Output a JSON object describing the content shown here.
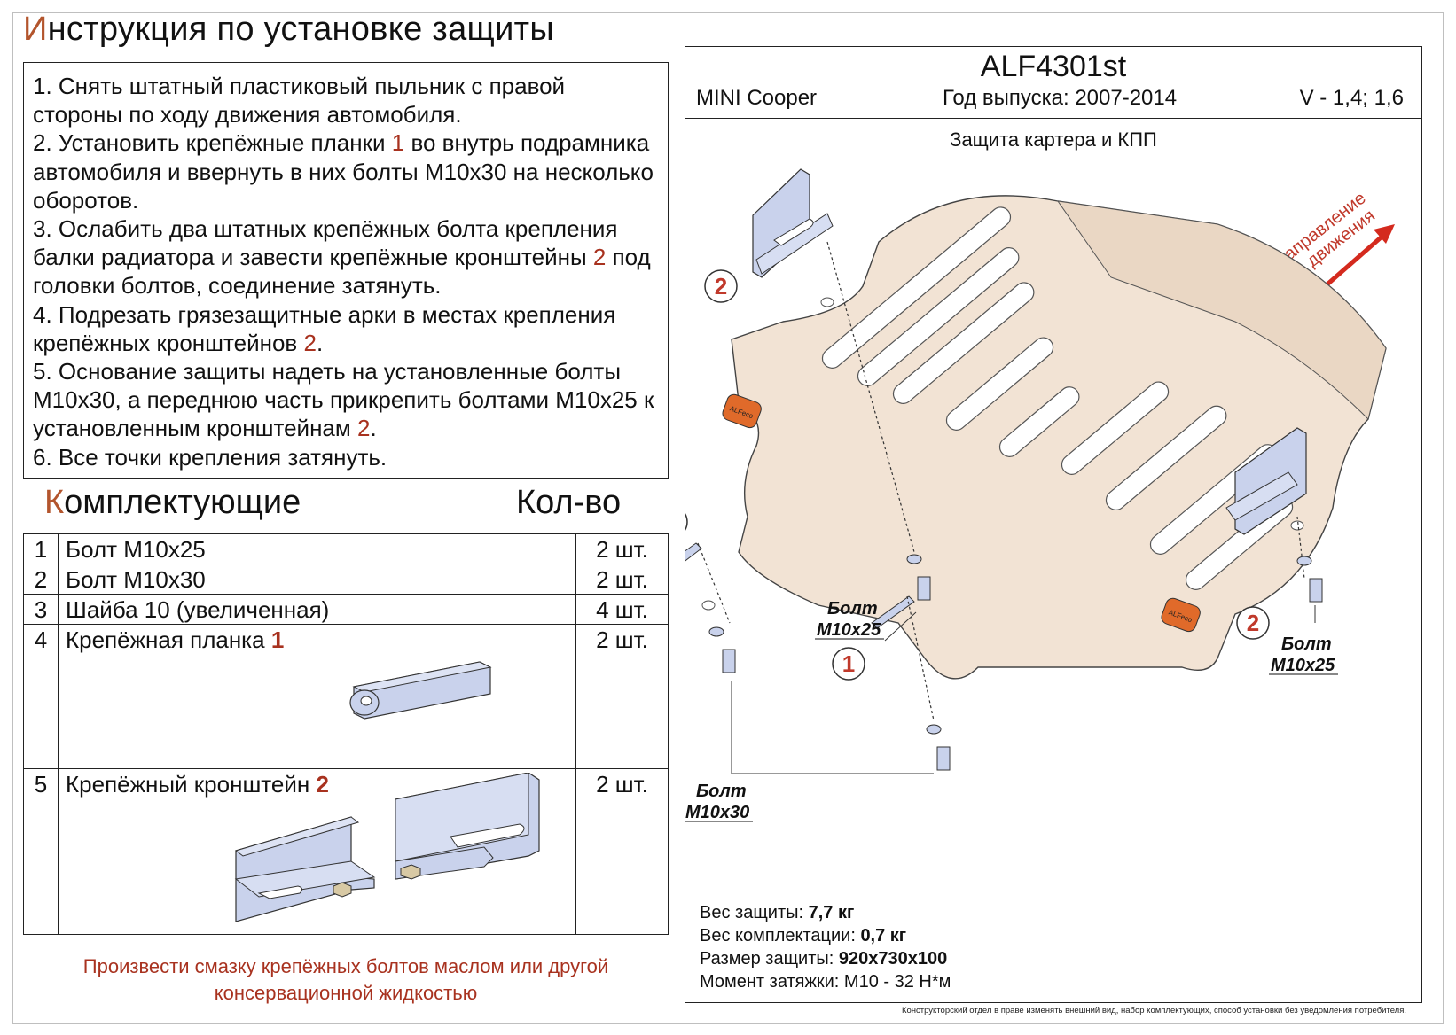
{
  "page": {
    "title_first_letter": "И",
    "title_rest": "нструкция по установке защиты"
  },
  "instructions": [
    {
      "parts": [
        {
          "t": "1. Снять штатный пластиковый пыльник с правой стороны по ходу движения автомобиля."
        }
      ]
    },
    {
      "parts": [
        {
          "t": "2. Установить крепёжные планки "
        },
        {
          "t": "1",
          "red": true
        },
        {
          "t": " во внутрь подрамника автомобиля и ввернуть в них болты М10х30 на несколько оборотов."
        }
      ]
    },
    {
      "parts": [
        {
          "t": "3. Ослабить два штатных крепёжных болта крепления балки радиатора и завести крепёжные кронштейны "
        },
        {
          "t": "2",
          "red": true
        },
        {
          "t": " под головки болтов, соединение затянуть."
        }
      ]
    },
    {
      "parts": [
        {
          "t": "4. Подрезать грязезащитные арки в местах крепления крепёжных кронштейнов "
        },
        {
          "t": "2",
          "red": true
        },
        {
          "t": "."
        }
      ]
    },
    {
      "parts": [
        {
          "t": "5. Основание защиты надеть на установленные болты М10х30, а переднюю часть прикрепить болтами М10х25 к установленным кронштейнам "
        },
        {
          "t": "2",
          "red": true
        },
        {
          "t": "."
        }
      ]
    },
    {
      "parts": [
        {
          "t": "6. Все точки крепления затянуть."
        }
      ]
    }
  ],
  "components": {
    "title_first_letter": "К",
    "title_rest": "омплектующие",
    "qty_header": "Кол-во",
    "rows": [
      {
        "num": "1",
        "name": "Болт М10х25",
        "qty": "2 шт.",
        "ref": ""
      },
      {
        "num": "2",
        "name": "Болт М10х30",
        "qty": "2 шт.",
        "ref": ""
      },
      {
        "num": "3",
        "name": "Шайба 10 (увеличенная)",
        "qty": "4 шт.",
        "ref": ""
      },
      {
        "num": "4",
        "name": "Крепёжная планка ",
        "qty": "2 шт.",
        "ref": "1"
      },
      {
        "num": "5",
        "name": "Крепёжный кронштейн ",
        "qty": "2 шт.",
        "ref": "2"
      }
    ]
  },
  "note": "Произвести смазку крепёжных болтов маслом или другой консервационной жидкостью",
  "product": {
    "code": "ALF4301st",
    "model": "MINI Cooper",
    "year": "Год выпуска: 2007-2014",
    "engine": "V - 1,4; 1,6",
    "subtitle": "Защита картера и КПП",
    "direction_line1": "Направление",
    "direction_line2": "движения"
  },
  "labels": {
    "bolt": "Болт",
    "m10x25": "М10х25",
    "m10x30": "М10х30",
    "callout_1": "1",
    "callout_2": "2",
    "logo": "ALFeco"
  },
  "specs": [
    {
      "label": "Вес защиты: ",
      "value": "7,7 кг",
      "bold": true
    },
    {
      "label": "Вес комплектации: ",
      "value": "0,7 кг",
      "bold": true
    },
    {
      "label": "Размер защиты: ",
      "value": "920х730х100",
      "bold": true
    },
    {
      "label": "Момент затяжки: ",
      "value": "М10 - 32 Н*м",
      "bold": false
    }
  ],
  "disclaimer": "Конструкторский отдел в праве изменять внешний вид, набор комплектующих, способ установки без уведомления потребителя.",
  "colors": {
    "accent": "#b3552d",
    "red_text": "#a8321f",
    "plate_fill": "#f2e3d4",
    "bracket_fill": "#c9d2ec",
    "arrow": "#d42a1e"
  }
}
